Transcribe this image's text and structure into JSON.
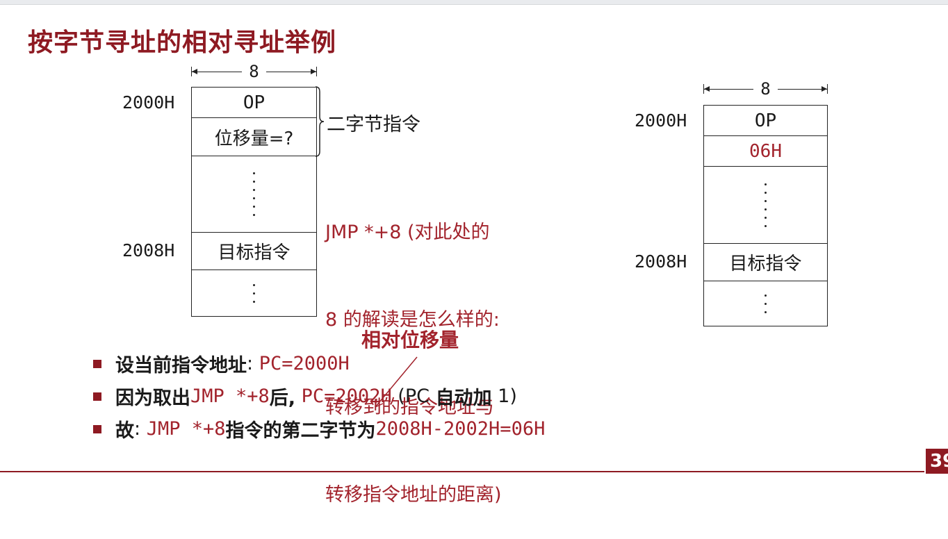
{
  "slide": {
    "title": "按字节寻址的相对寻址举例",
    "page_number": "39",
    "accent_color": "#8e1a22"
  },
  "left_diagram": {
    "width_label": "8",
    "addr_top": "2000H",
    "addr_target": "2008H",
    "cell_op": "OP",
    "cell_disp": "位移量=?",
    "cell_target": "目标指令",
    "brace_label": "二字节指令",
    "note_lines": [
      "JMP *+8 (对此处的",
      "8 的解读是怎么样的:",
      "转移到的指令地址与",
      "转移指令地址的距离)"
    ]
  },
  "right_diagram": {
    "width_label": "8",
    "addr_top": "2000H",
    "addr_target": "2008H",
    "cell_op": "OP",
    "cell_disp": "06H",
    "cell_target": "目标指令"
  },
  "callout": "相对位移量",
  "bullets": {
    "b1_label": "设当前指令地址",
    "b1_sep": ":",
    "b1_value": "PC=2000H",
    "b2_label1": "因为取出",
    "b2_code": "JMP *+8",
    "b2_label2": "后,",
    "b2_value": "PC=2002H",
    "b2_paren_open": "(PC ",
    "b2_bold": "自动加",
    "b2_paren_close": " 1)",
    "b3_label": "故",
    "b3_sep": ":",
    "b3_code": "JMP *+8",
    "b3_mid": "指令的第二字节为",
    "b3_value": "2008H-2002H=06H"
  }
}
